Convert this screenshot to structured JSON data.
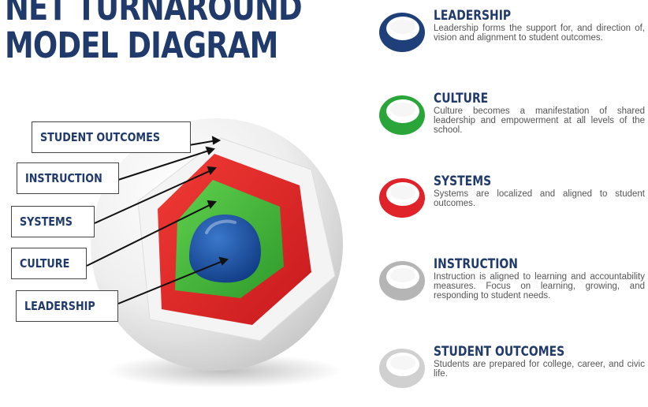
{
  "title": {
    "line1": "NET TURNAROUND",
    "line2": "MODEL DIAGRAM"
  },
  "labels": {
    "student_outcomes": "STUDENT OUTCOMES",
    "instruction": "INSTRUCTION",
    "systems": "SYSTEMS",
    "culture": "CULTURE",
    "leadership": "LEADERSHIP"
  },
  "legend": [
    {
      "heading": "LEADERSHIP",
      "description": "Leadership forms the support for, and direction of, vision and alignment to student outcomes.",
      "color": "#1f3f7a"
    },
    {
      "heading": "CULTURE",
      "description": "Culture becomes a manifestation of shared leadership and empowerment at all levels of the school.",
      "color": "#2aa53a"
    },
    {
      "heading": "SYSTEMS",
      "description": "Systems are localized and aligned to student outcomes.",
      "color": "#e0232a"
    },
    {
      "heading": "INSTRUCTION",
      "description": "Instruction is aligned to learning and accountability measures. Focus on learning, growing, and responding to student needs.",
      "color": "#bdbdbd"
    },
    {
      "heading": "STUDENT OUTCOMES",
      "description": "Students are prepared for college, career, and civic life.",
      "color": "#d6d6d6"
    }
  ],
  "colors": {
    "title": "#1f3a6b",
    "leadership": "#1f56a8",
    "culture": "#3dbb3a",
    "systems": "#e5282c",
    "sphere": "#f0f0f0"
  }
}
